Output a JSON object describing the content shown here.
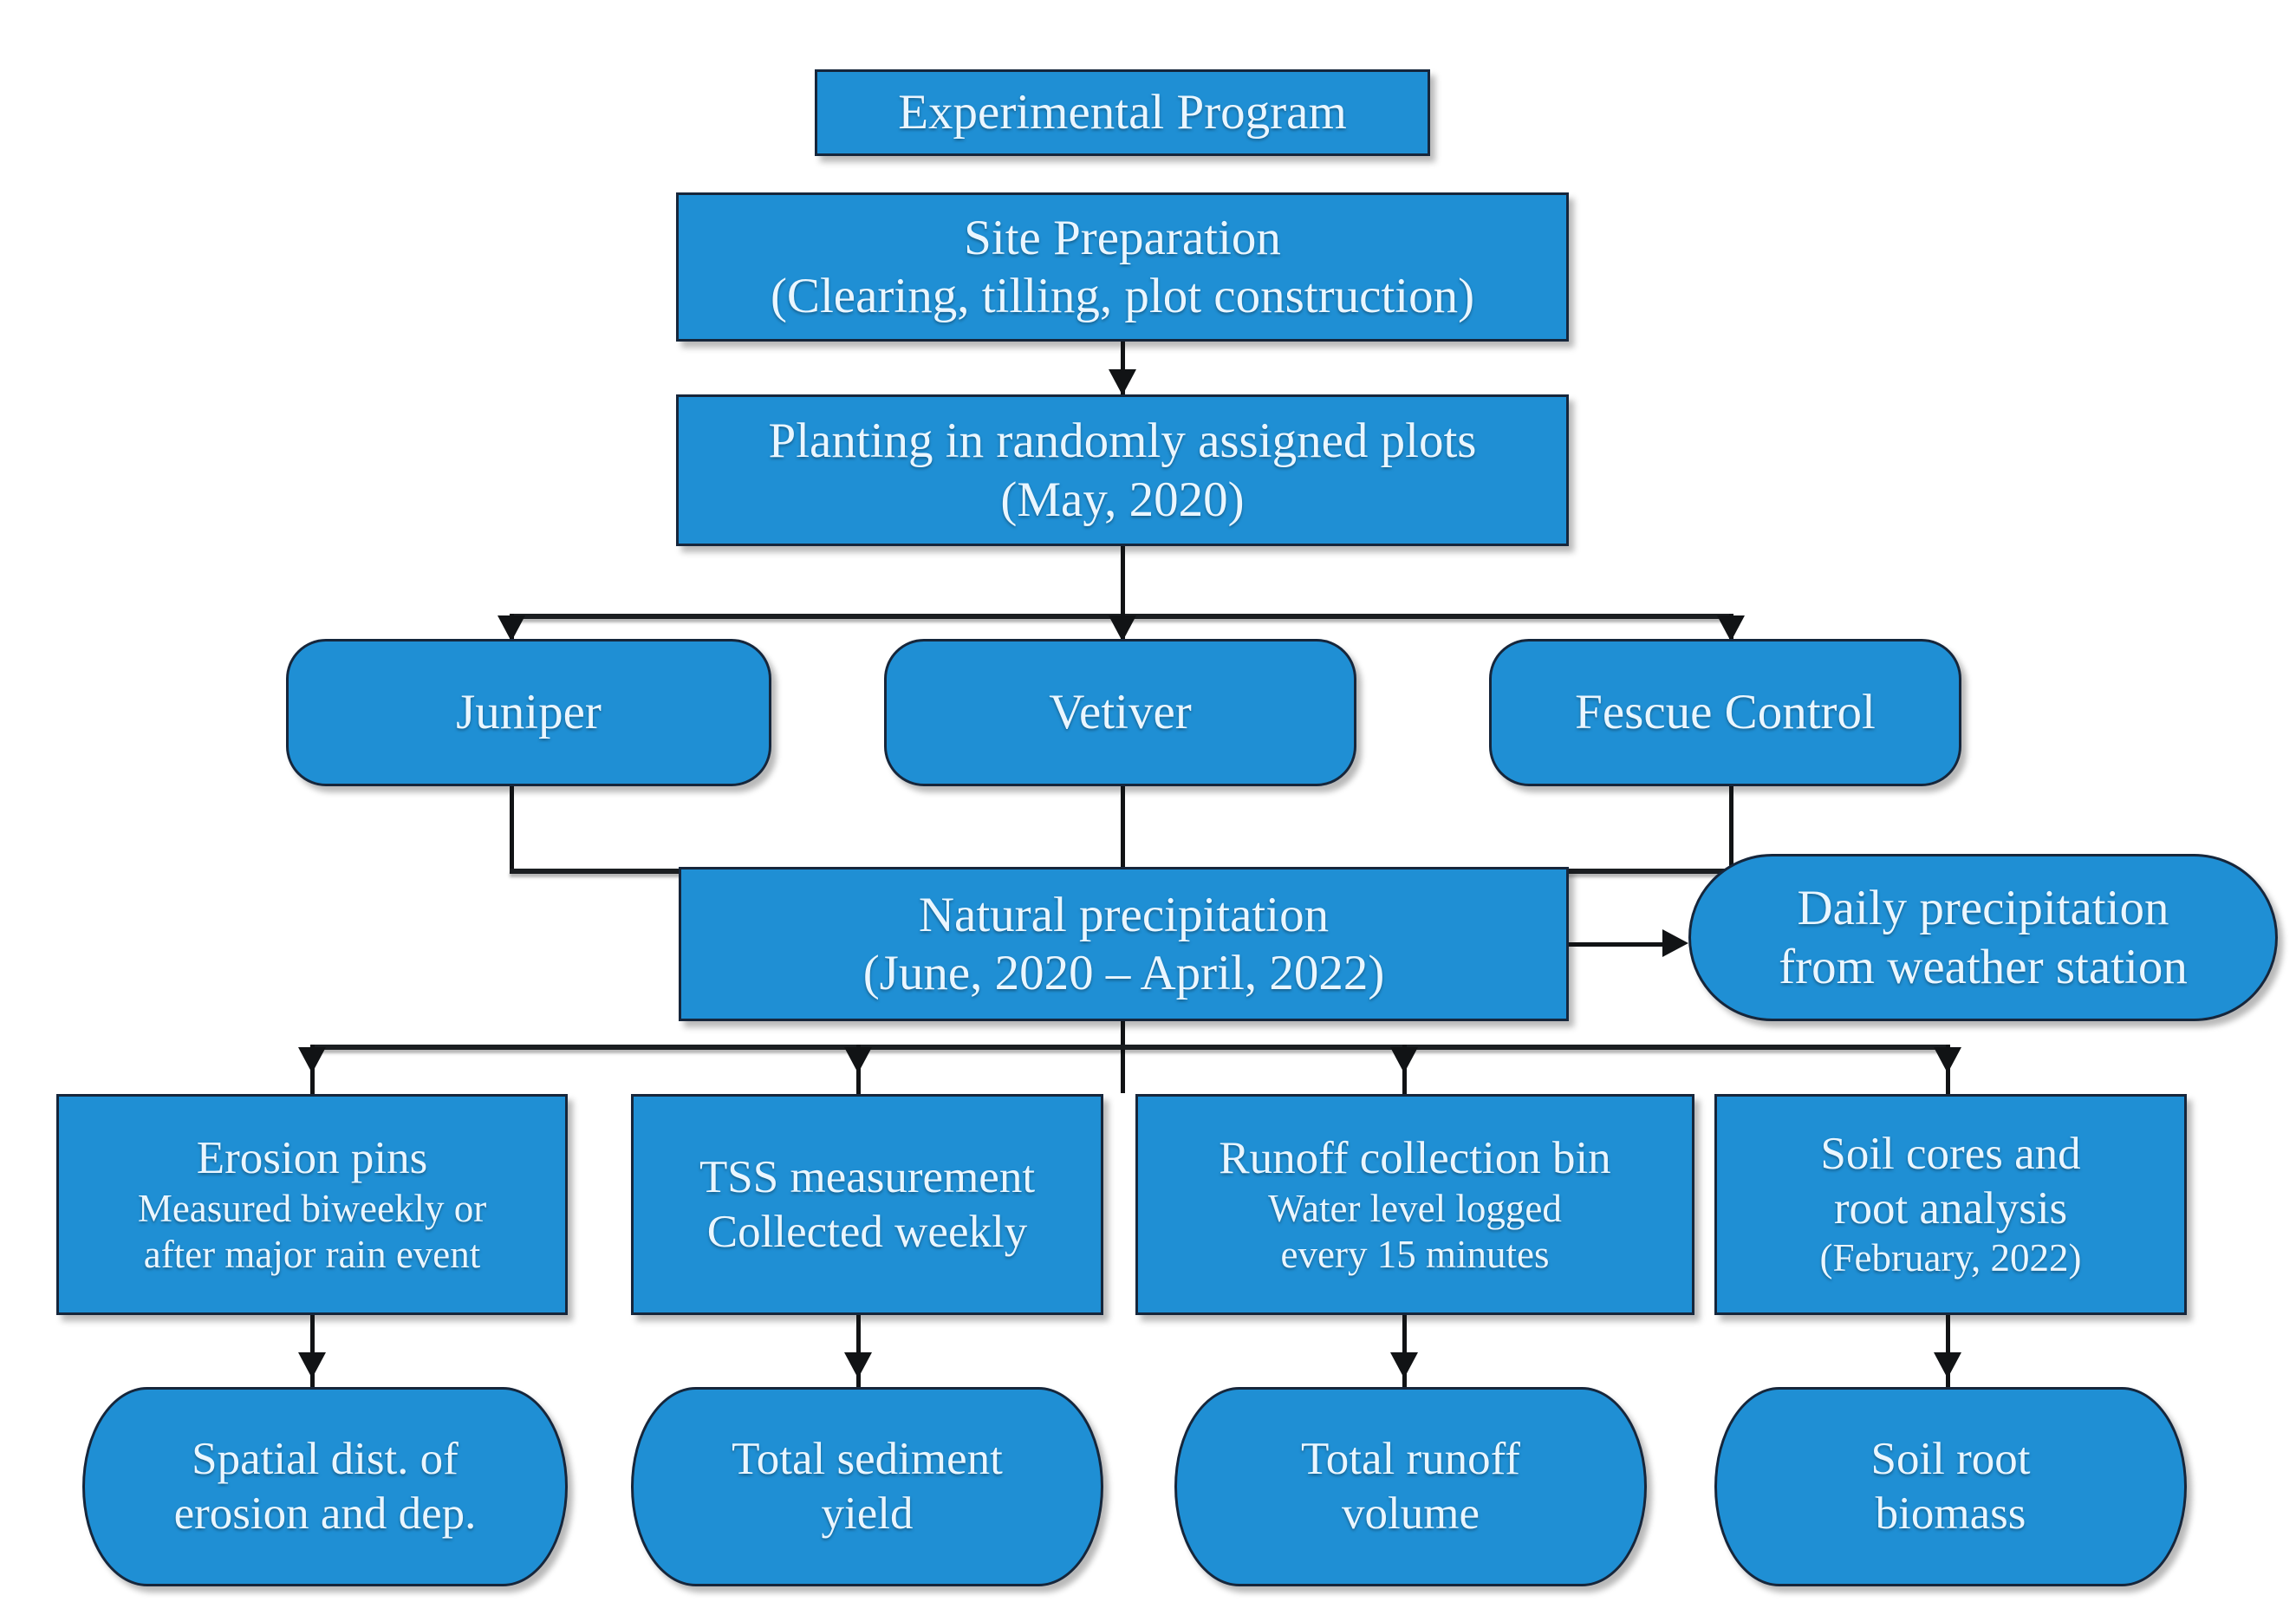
{
  "diagram": {
    "title": "Experimental Program Flowchart",
    "accent_color": "#1F8FD4",
    "border_color": "#16263b",
    "text_color": "#eaf6ff",
    "connector_color": "#111315"
  },
  "nodes": {
    "experimental_program": {
      "line1": "Experimental Program"
    },
    "site_preparation": {
      "line1": "Site Preparation",
      "line2": "(Clearing, tilling, plot construction)"
    },
    "planting": {
      "line1": "Planting in randomly assigned plots",
      "line2": "(May, 2020)"
    },
    "juniper": {
      "line1": "Juniper"
    },
    "vetiver": {
      "line1": "Vetiver"
    },
    "fescue_control": {
      "line1": "Fescue Control"
    },
    "natural_precipitation": {
      "line1": "Natural precipitation",
      "line2": "(June, 2020 – April, 2022)"
    },
    "daily_precipitation": {
      "line1": "Daily precipitation",
      "line2": "from weather station"
    },
    "erosion_pins": {
      "line1": "Erosion pins",
      "line2": "Measured biweekly or",
      "line3": "after major rain event"
    },
    "tss_measurement": {
      "line1": "TSS measurement",
      "line2": "Collected weekly"
    },
    "runoff_collection_bin": {
      "line1": "Runoff collection bin",
      "line2": "Water level logged",
      "line3": "every 15 minutes"
    },
    "soil_cores": {
      "line1": "Soil cores and",
      "line2": "root analysis",
      "line3": "(February, 2022)"
    },
    "spatial_dist": {
      "line1": "Spatial dist. of",
      "line2": "erosion and dep."
    },
    "total_sediment_yield": {
      "line1": "Total sediment",
      "line2": "yield"
    },
    "total_runoff_volume": {
      "line1": "Total runoff",
      "line2": "volume"
    },
    "soil_root_biomass": {
      "line1": "Soil root",
      "line2": "biomass"
    }
  }
}
